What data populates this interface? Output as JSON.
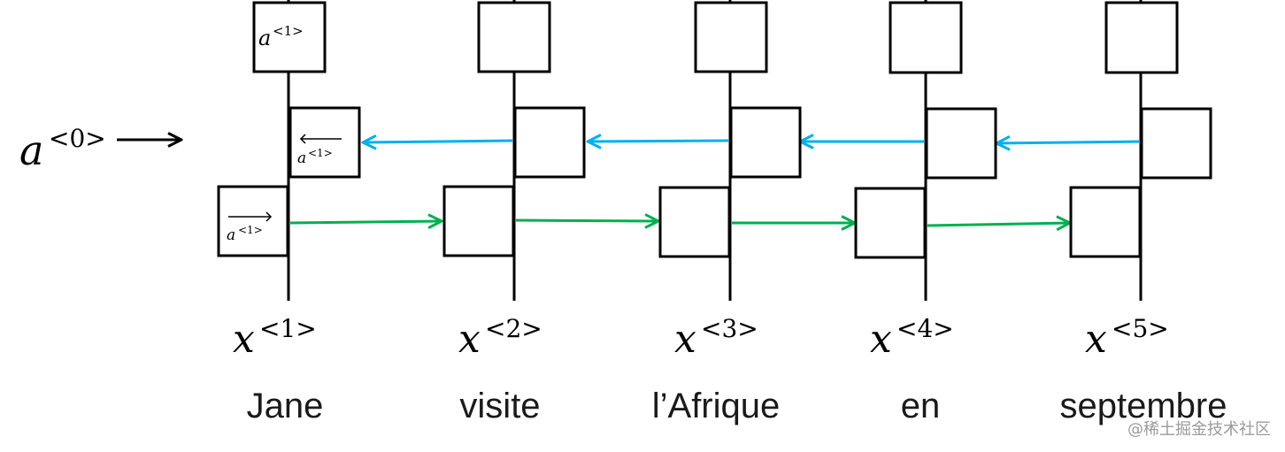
{
  "colors": {
    "forward_arrow": "#00b050",
    "backward_arrow": "#00b0f0",
    "ink": "#000000",
    "watermark": "#9a9a9a"
  },
  "initial": {
    "var": "a",
    "sup": "<0>"
  },
  "first_output_label": {
    "var": "a",
    "sup": "<1>"
  },
  "backward_label": {
    "var": "a",
    "sup": "<1>",
    "arrow": "left"
  },
  "forward_label": {
    "var": "a",
    "sup": "<1>",
    "arrow": "right"
  },
  "timesteps": [
    {
      "input_var": "x",
      "input_sup": "<1>",
      "word": "Jane"
    },
    {
      "input_var": "x",
      "input_sup": "<2>",
      "word": "visite"
    },
    {
      "input_var": "x",
      "input_sup": "<3>",
      "word": "l’Afrique"
    },
    {
      "input_var": "x",
      "input_sup": "<4>",
      "word": "en"
    },
    {
      "input_var": "x",
      "input_sup": "<5>",
      "word": "septembre"
    }
  ],
  "watermark": "@稀土掘金技术社区"
}
